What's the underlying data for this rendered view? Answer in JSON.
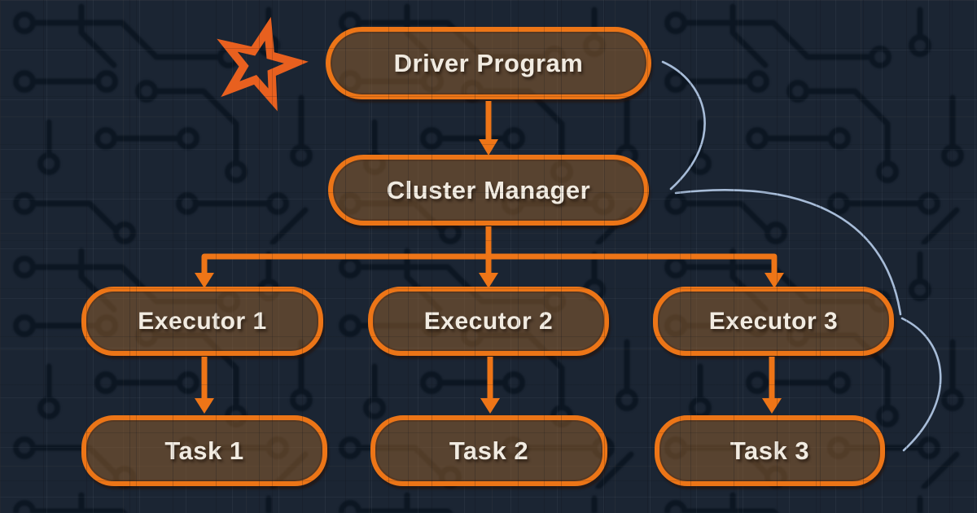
{
  "diagram": {
    "nodes": {
      "driver": {
        "label": "Driver Program"
      },
      "cluster": {
        "label": "Cluster Manager"
      },
      "executor1": {
        "label": "Executor 1"
      },
      "executor2": {
        "label": "Executor 2"
      },
      "executor3": {
        "label": "Executor 3"
      },
      "task1": {
        "label": "Task 1"
      },
      "task2": {
        "label": "Task 2"
      },
      "task3": {
        "label": "Task 3"
      }
    },
    "edges": [
      {
        "from": "driver",
        "to": "cluster"
      },
      {
        "from": "cluster",
        "to": "executor1"
      },
      {
        "from": "cluster",
        "to": "executor2"
      },
      {
        "from": "cluster",
        "to": "executor3"
      },
      {
        "from": "executor1",
        "to": "task1"
      },
      {
        "from": "executor2",
        "to": "task2"
      },
      {
        "from": "executor3",
        "to": "task3"
      }
    ],
    "decorations": {
      "star_icon": "hand-drawn orange star, top-left",
      "flow_curve": "light blue hand-drawn curve along right side from Driver Program down to Task 3"
    },
    "colors": {
      "background": "#1B2533",
      "circuit_trace": "#0C1622",
      "node_border_orange": "#EC7517",
      "node_fill_brown": "rgba(150,97,45,0.5)",
      "arrow_orange": "#EE7517",
      "curve_blue": "#A7BCD8",
      "text": "#F1EBE1",
      "star_orange": "#E8601F"
    }
  }
}
